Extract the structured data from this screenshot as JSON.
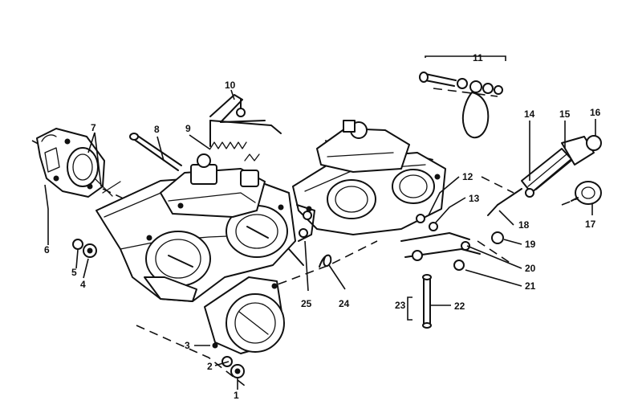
{
  "diagram": {
    "callouts": [
      {
        "id": "c1",
        "text": "1"
      },
      {
        "id": "c2",
        "text": "2"
      },
      {
        "id": "c3",
        "text": "3"
      },
      {
        "id": "c4",
        "text": "4"
      },
      {
        "id": "c5",
        "text": "5"
      },
      {
        "id": "c6",
        "text": "6"
      },
      {
        "id": "c7",
        "text": "7"
      },
      {
        "id": "c8",
        "text": "8"
      },
      {
        "id": "c9",
        "text": "9"
      },
      {
        "id": "c10",
        "text": "10"
      },
      {
        "id": "c11",
        "text": "11"
      },
      {
        "id": "c12",
        "text": "12"
      },
      {
        "id": "c13",
        "text": "13"
      },
      {
        "id": "c14",
        "text": "14"
      },
      {
        "id": "c15",
        "text": "15"
      },
      {
        "id": "c16",
        "text": "16"
      },
      {
        "id": "c17",
        "text": "17"
      },
      {
        "id": "c18",
        "text": "18"
      },
      {
        "id": "c19",
        "text": "19"
      },
      {
        "id": "c20",
        "text": "20"
      },
      {
        "id": "c21",
        "text": "21"
      },
      {
        "id": "c22",
        "text": "22"
      },
      {
        "id": "c23",
        "text": "23"
      },
      {
        "id": "c24",
        "text": "24"
      },
      {
        "id": "c25",
        "text": "25"
      }
    ],
    "colors": {
      "ink": "#111111",
      "paper": "#ffffff"
    }
  }
}
